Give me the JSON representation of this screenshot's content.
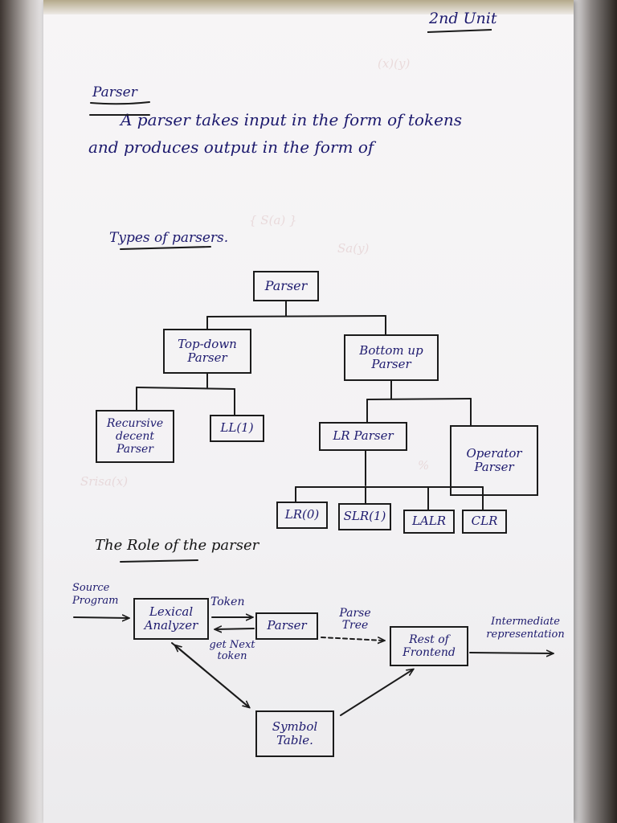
{
  "header": {
    "unit_label": "2nd Unit"
  },
  "parser_section": {
    "heading": "Parser",
    "line1": "A parser takes input in the form of tokens",
    "line2": "and produces output in the form of"
  },
  "types_section": {
    "heading": "Types of parsers.",
    "tree": {
      "root": "Parser",
      "top_down": "Top-down Parser",
      "bottom_up": "Bottom up Parser",
      "recursive_descent": "Recursive decent Parser",
      "ll1": "LL(1)",
      "lr_parser": "LR Parser",
      "operator_parser": "Operator Parser",
      "lr0": "LR(0)",
      "slr1": "SLR(1)",
      "lalr": "LALR",
      "clr": "CLR"
    }
  },
  "role_section": {
    "heading": "The Role of the parser",
    "source_program": "Source Program",
    "lexical_analyzer": "Lexical Analyzer",
    "token": "Token",
    "get_next_token": "get Next token",
    "parser": "Parser",
    "parse_tree": "Parse Tree",
    "rest_of_frontend": "Rest of Frontend",
    "intermediate_representation": "Intermediate representation",
    "symbol_table": "Symbol Table."
  },
  "colors": {
    "ink": "#1d1a6e",
    "pencil": "#1b1b1b",
    "paper": "#f5f4f6"
  }
}
